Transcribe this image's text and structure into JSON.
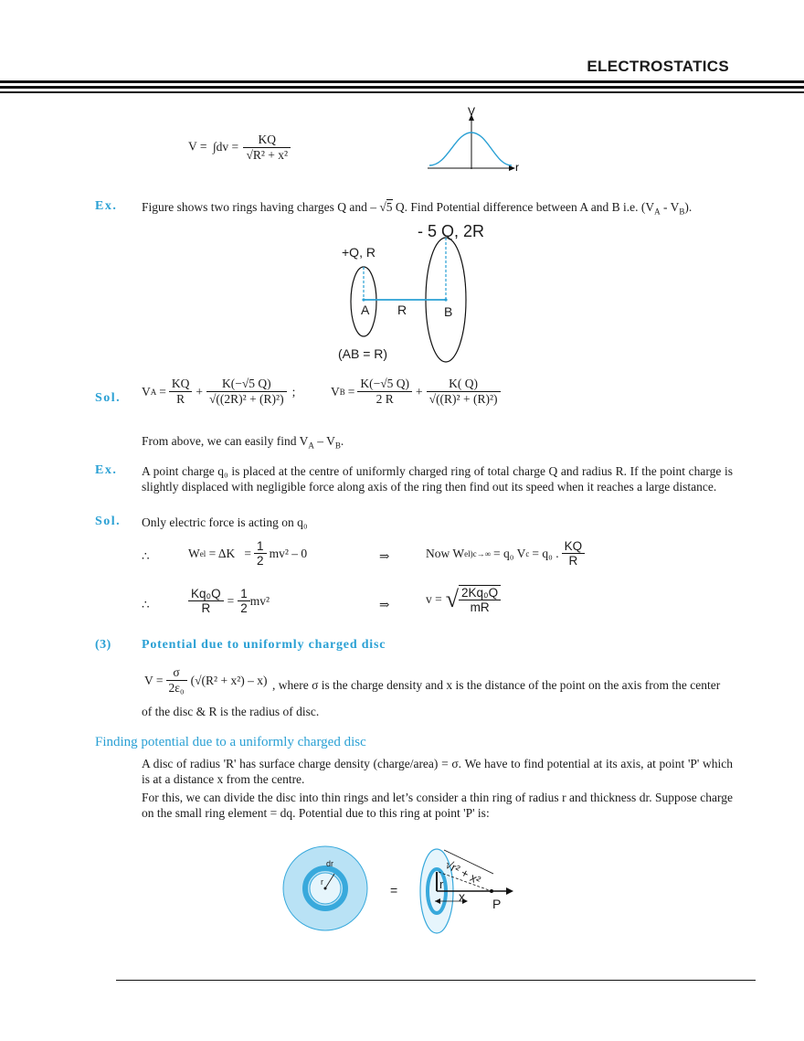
{
  "header": {
    "title": "ELECTROSTATICS"
  },
  "top_formula": {
    "lhs": "V =",
    "integral": "∫dv =",
    "num": "KQ",
    "den": "R² + x²"
  },
  "graph1": {
    "y_label": "V",
    "x_label": "r"
  },
  "ex1": {
    "label": "Ex.",
    "text_a": "Figure shows two rings having charges Q and –",
    "sqrt_val": "5",
    "text_b": "Q.  Find Potential difference between A and B i.e. (V",
    "sub_a": "A",
    "text_c": " - V",
    "sub_b": "B",
    "text_d": ")."
  },
  "rings_figure": {
    "label_big": "-  5 Q, 2R",
    "label_small": "+Q, R",
    "point_a": "A",
    "dist": "R",
    "point_b": "B",
    "note": "(AB = R)"
  },
  "sol1": {
    "label": "Sol.",
    "va_lhs": "V",
    "va_sub": "A",
    "va_t1_num": "KQ",
    "va_t1_den": "R",
    "va_t2_num": "K(−√5 Q)",
    "va_t2_den": "√((2R)² + (R)²)",
    "sep": ";",
    "vb_lhs": "V",
    "vb_sub": "B",
    "vb_t1_num": "K(−√5 Q)",
    "vb_t1_den": "2 R",
    "vb_t2_num": "K( Q)",
    "vb_t2_den": "√((R)² + (R)²)",
    "text": "From above, we can easily find V",
    "text_sub_a": "A",
    "text_mid": " – V",
    "text_sub_b": "B",
    "text_end": "."
  },
  "ex2": {
    "label": "Ex.",
    "text": "A point charge q₀ is placed at the centre of uniformly charged ring of total charge Q and radius R. If the point charge is slightly displaced with negligible force along axis of the ring then find out its speed when it reaches a large distance."
  },
  "sol2": {
    "label": "Sol.",
    "text": "Only electric force is acting on q₀",
    "line1_left": "W",
    "line1_left_sub": "el",
    "line1_mid": " = ΔK   =",
    "line1_frac_num": "1",
    "line1_frac_den": "2",
    "line1_tail": "mv² – 0",
    "line1_right": "Now W",
    "line1_right_sub": "el",
    "line1_right_sub2": ")c→∞",
    "line1_right_tail": "= q₀ V",
    "line1_right_sub3": "c",
    "line1_right_tail2": "= q₀ .",
    "line1_right_num": "KQ",
    "line1_right_den": "R",
    "line2_num": "Kq₀Q",
    "line2_den": "R",
    "line2_eq": "=",
    "line2_frac_num": "1",
    "line2_frac_den": "2",
    "line2_tail": "mv²",
    "line2_right": "v =",
    "line2_right_num": "2Kq₀Q",
    "line2_right_den": "mR",
    "therefore": "∴",
    "implies": "⇒"
  },
  "section3": {
    "num": "(3)",
    "title": "Potential due to uniformly charged disc",
    "formula_lhs": "V =",
    "formula_num": "σ",
    "formula_den": "2ε₀",
    "formula_paren": "(√(R² + x²) – x)",
    "formula_text": ", where σ is the charge density and x is the distance of the point on the axis from the center",
    "formula_text2": "of the disc & R is the radius  of disc."
  },
  "subsection": {
    "title": "Finding potential due to a uniformly charged disc",
    "para1": "A disc of radius 'R' has surface charge density (charge/area) = σ. We have to find potential at its axis,  at point 'P' which is at a distance x from the centre.",
    "para2": "For this, we can divide the disc into thin rings and let’s consider a thin ring of radius r and thickness dr. Suppose charge on the small ring element = dq. Potential due to this ring at point 'P' is:"
  },
  "disc_figure": {
    "dr": "dr",
    "r": "r",
    "equals": "=",
    "sqrt_label": "√r² + x²",
    "r2": "r",
    "x": "x",
    "p": "P"
  },
  "colors": {
    "accent": "#2aa0d4",
    "disc_fill": "#b9e2f5",
    "disc_ring": "#38a9dc"
  }
}
